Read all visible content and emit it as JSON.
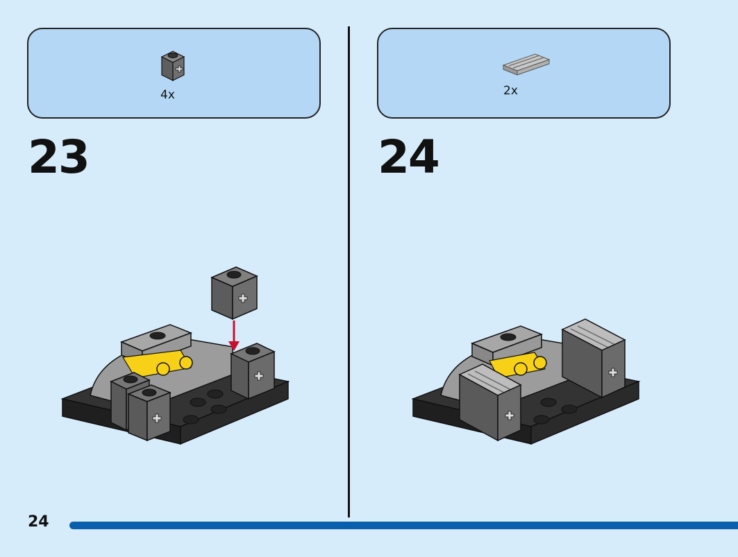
{
  "page_number": "24",
  "progress_fraction": 1.0,
  "colors": {
    "background": "#d7ecfb",
    "parts_box": "#b3d7f4",
    "progress": "#0a5fad",
    "brick_dark_gray": "#6b6b6b",
    "brick_light_gray": "#a5a5a5",
    "plate_black": "#2a2a2a",
    "yellow": "#f7d117",
    "arrow_red": "#c8102e"
  },
  "steps": [
    {
      "number": "23",
      "parts": [
        {
          "count": "4x",
          "icon": "technic-brick-1x1-dark-gray-icon"
        }
      ]
    },
    {
      "number": "24",
      "parts": [
        {
          "count": "2x",
          "icon": "tile-1x2-grooved-light-gray-icon"
        }
      ]
    }
  ]
}
